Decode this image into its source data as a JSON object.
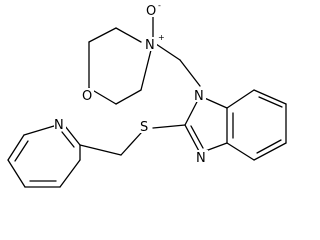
{
  "molecule": {
    "atoms": {
      "oxide_oxygen": "O",
      "oxide_charge": "-",
      "morpholine_nitrogen": "N",
      "nitrogen_charge": "+",
      "morpholine_oxygen": "O",
      "benzimidazole_n1": "N",
      "benzimidazole_n3": "N",
      "sulfur": "S",
      "pyridine_nitrogen": "N"
    }
  }
}
